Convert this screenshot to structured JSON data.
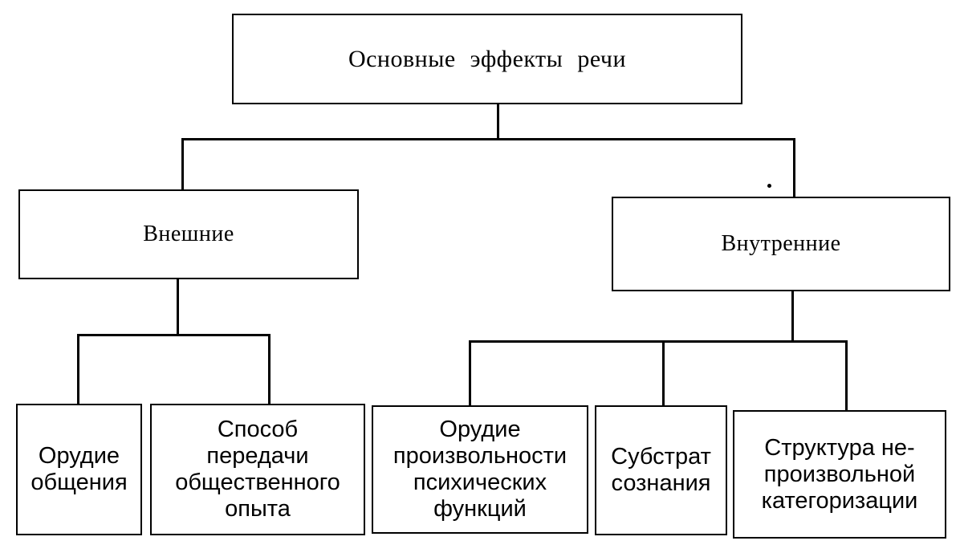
{
  "diagram": {
    "root": {
      "label": "Основные эффекты речи"
    },
    "branches": [
      {
        "label": "Внешние",
        "children": [
          {
            "label": "Орудие\nобщения"
          },
          {
            "label": "Способ\nпередачи\nобщественного\nопыта"
          }
        ]
      },
      {
        "label": "Внутренние",
        "children": [
          {
            "label": "Орудие\nпроизвольности\nпсихических\nфункций"
          },
          {
            "label": "Субстрат\nсознания"
          },
          {
            "label": "Структура не-\nпроизвольной\nкатегоризации"
          }
        ]
      }
    ]
  }
}
